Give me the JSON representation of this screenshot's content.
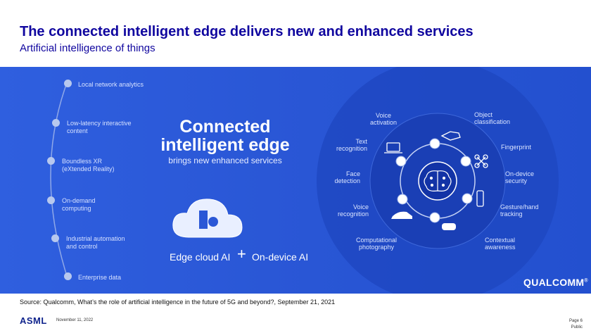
{
  "header": {
    "title": "The connected intelligent edge delivers new and enhanced services",
    "subtitle": "Artificial intelligence of things"
  },
  "left_list": {
    "items": [
      {
        "label": "Local network analytics"
      },
      {
        "label": "Low-latency interactive content"
      },
      {
        "label": "Boundless XR (eXtended Reality)"
      },
      {
        "label": "On-demand computing"
      },
      {
        "label": "Industrial automation and control"
      },
      {
        "label": "Enterprise data"
      }
    ]
  },
  "center": {
    "headline_line1": "Connected",
    "headline_line2": "intelligent edge",
    "tagline": "brings new enhanced services",
    "edge_cloud": "Edge cloud AI",
    "plus": "+",
    "on_device": "On-device AI"
  },
  "circle": {
    "voice_activation": "Voice activation",
    "object_classification": "Object classification",
    "text_recognition": "Text recognition",
    "fingerprint": "Fingerprint",
    "face_detection": "Face detection",
    "on_device_security": "On-device security",
    "voice_recognition": "Voice recognition",
    "gesture_tracking": "Gesture/hand tracking",
    "computational_photography": "Computational photography",
    "contextual_awareness": "Contextual awareness"
  },
  "brand": {
    "qualcomm": "QUALCOMM",
    "registered": "®",
    "asml": "ASML"
  },
  "footer": {
    "source": "Source: Qualcomm, What’s the role of artificial intelligence in the future of 5G and beyond?, September 21, 2021",
    "date": "November 11, 2022",
    "page": "Page 6",
    "classification": "Public"
  },
  "colors": {
    "title": "#10069f",
    "panel": "#2a57d6",
    "asml": "#0f238c"
  }
}
